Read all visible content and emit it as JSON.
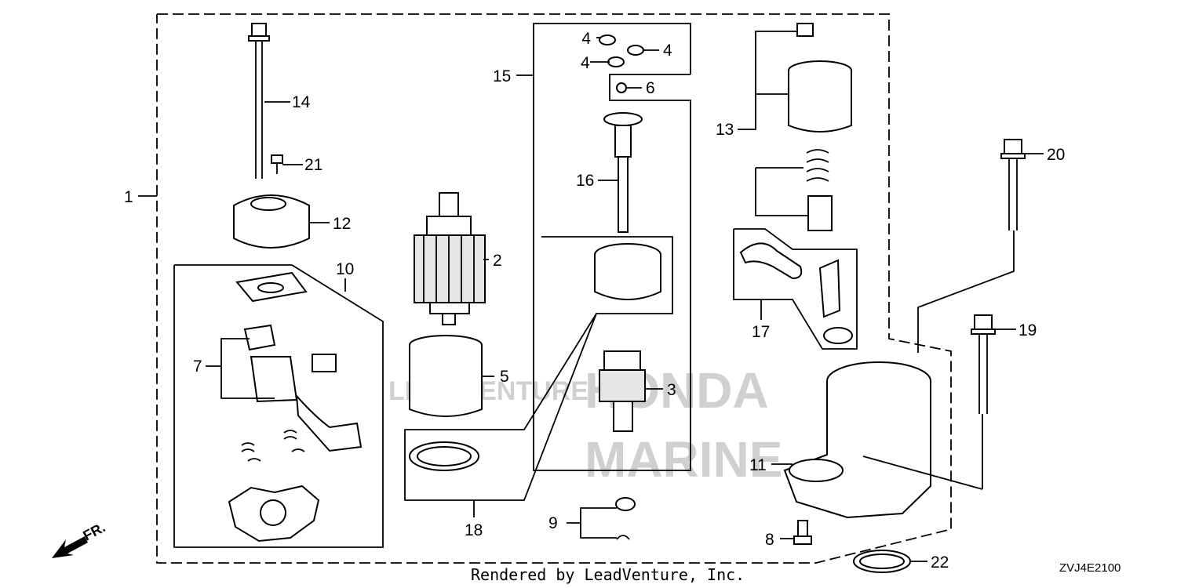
{
  "callouts": {
    "c1": "1",
    "c2": "2",
    "c3": "3",
    "c4a": "4",
    "c4b": "4",
    "c4c": "4",
    "c5": "5",
    "c6": "6",
    "c7": "7",
    "c8": "8",
    "c9": "9",
    "c10": "10",
    "c11": "11",
    "c12": "12",
    "c13": "13",
    "c14": "14",
    "c15": "15",
    "c16": "16",
    "c17": "17",
    "c18": "18",
    "c19": "19",
    "c20": "20",
    "c21": "21",
    "c22": "22"
  },
  "footer": {
    "rendered_by": "Rendered by LeadVenture, Inc.",
    "diagram_code": "ZVJ4E2100"
  },
  "orientation": {
    "label": "FR."
  },
  "watermark": {
    "brand_top": "HONDA",
    "brand_bottom": "MARINE",
    "leadventure": "LEADVENTURE"
  }
}
